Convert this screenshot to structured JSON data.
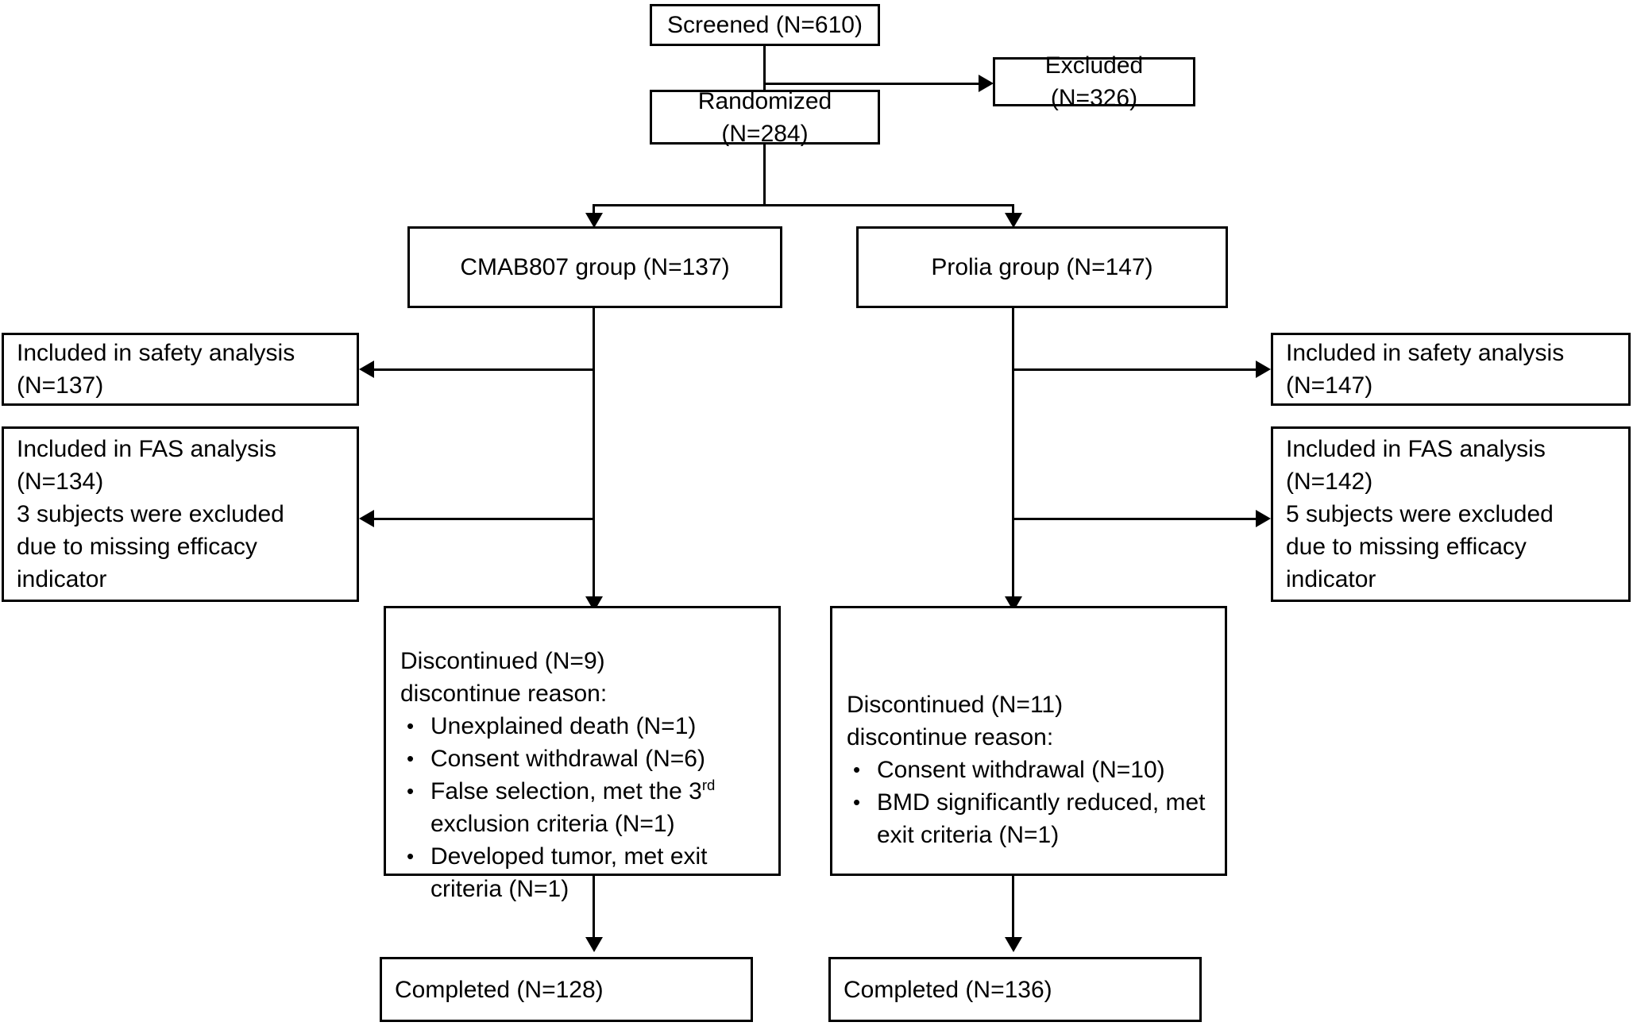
{
  "diagram": {
    "type": "consort-flow-diagram",
    "nodes": {
      "screened": "Screened (N=610)",
      "excluded": "Excluded (N=326)",
      "randomized": "Randomized (N=284)",
      "group_left": "CMAB807 group (N=137)",
      "group_right": "Prolia group (N=147)",
      "safety_left": "Included in safety analysis\n(N=137)",
      "safety_right": "Included in safety analysis\n(N=147)",
      "fas_left": "Included in FAS analysis\n(N=134)\n3 subjects were excluded\ndue to missing efficacy\nindicator",
      "fas_right": "Included in FAS analysis\n(N=142)\n5 subjects were excluded\ndue to missing efficacy\nindicator",
      "completed_left": "Completed (N=128)",
      "completed_right": "Completed (N=136)"
    },
    "discontinued_left": {
      "header": "Discontinued (N=9)\ndiscontinue reason:",
      "items": [
        "Unexplained death (N=1)",
        "Consent withdrawal (N=6)",
        "False selection, met the 3rd exclusion criteria (N=1)",
        "Developed tumor, met exit criteria (N=1)"
      ]
    },
    "discontinued_right": {
      "header": "Discontinued (N=11)\ndiscontinue reason:",
      "items": [
        "Consent withdrawal (N=10)",
        "BMD significantly reduced, met exit criteria (N=1)"
      ]
    },
    "colors": {
      "line": "#000000",
      "box_border": "#000000",
      "background": "#ffffff",
      "text": "#000000"
    }
  }
}
